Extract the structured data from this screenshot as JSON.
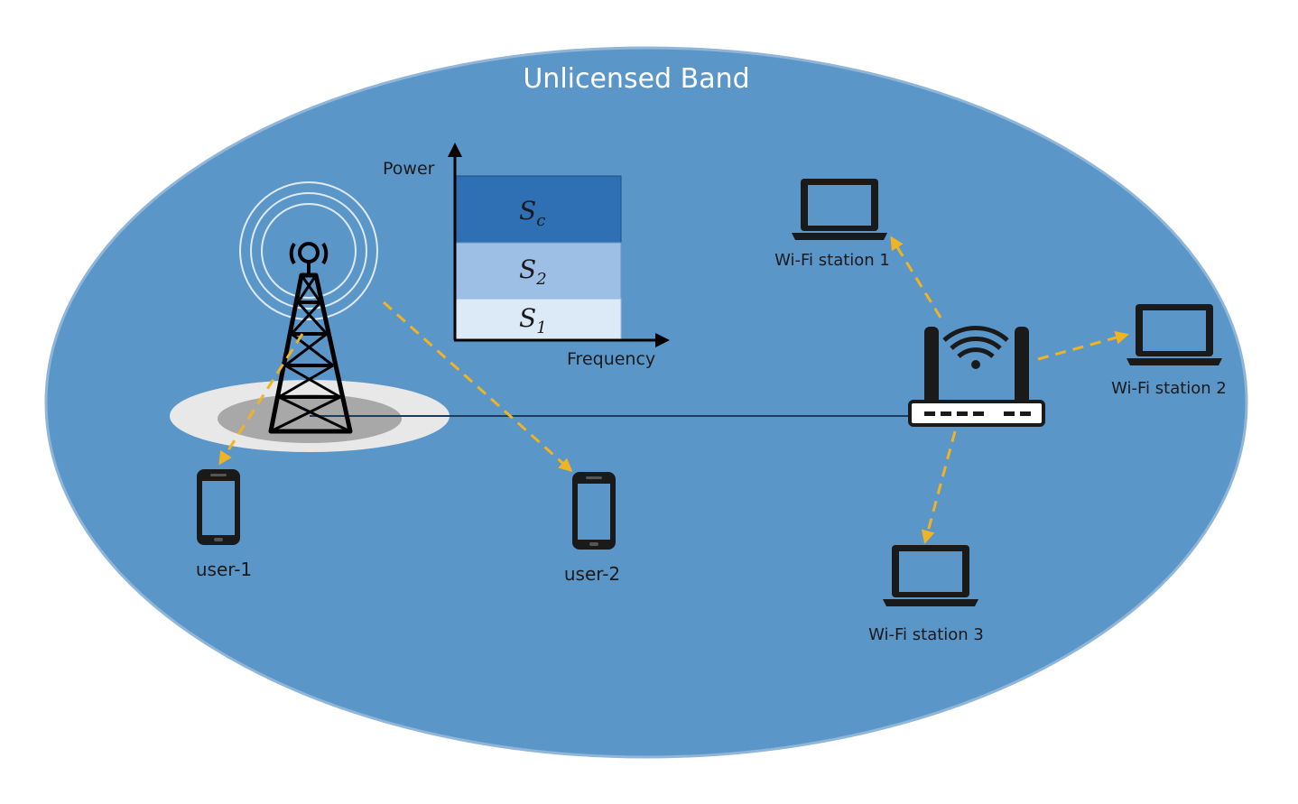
{
  "title": "Unlicensed Band",
  "chart": {
    "y_axis_label": "Power",
    "x_axis_label": "Frequency",
    "blocks": [
      {
        "sym": "S",
        "sub": "c",
        "color": "#2f70b4"
      },
      {
        "sym": "S",
        "sub": "2",
        "color": "#9dbfe6"
      },
      {
        "sym": "S",
        "sub": "1",
        "color": "#dce9f7"
      }
    ]
  },
  "users": [
    {
      "label": "user-1"
    },
    {
      "label": "user-2"
    }
  ],
  "stations": [
    {
      "label": "Wi-Fi station 1"
    },
    {
      "label": "Wi-Fi station 2"
    },
    {
      "label": "Wi-Fi station 3"
    }
  ],
  "colors": {
    "band": "#5b96c9",
    "band_edge": "#8fb5d9",
    "arrow": "#f0b323",
    "icon": "#1a1a1a"
  }
}
